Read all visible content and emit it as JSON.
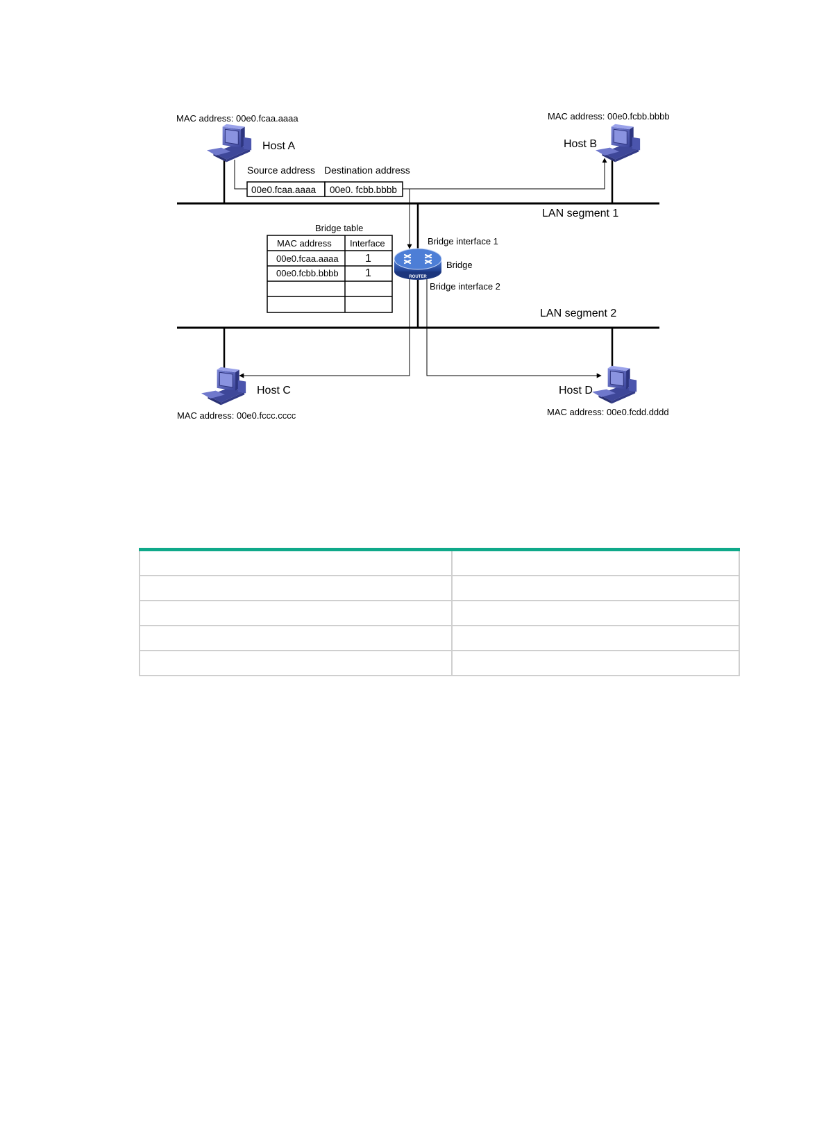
{
  "diagram": {
    "host_a": {
      "name": "Host A",
      "mac_label": "MAC address: 00e0.fcaa.aaaa"
    },
    "host_b": {
      "name": "Host B",
      "mac_label": "MAC address: 00e0.fcbb.bbbb"
    },
    "host_c": {
      "name": "Host C",
      "mac_label": "MAC address: 00e0.fccc.cccc"
    },
    "host_d": {
      "name": "Host D",
      "mac_label": "MAC address: 00e0.fcdd.dddd"
    },
    "frame": {
      "source_header": "Source address",
      "dest_header": "Destination address",
      "source_value": "00e0.fcaa.aaaa",
      "dest_value": "00e0. fcbb.bbbb"
    },
    "lan_segment_1": "LAN segment 1",
    "lan_segment_2": "LAN segment 2",
    "bridge": {
      "label": "Bridge",
      "router_text": "ROUTER",
      "interface_1": "Bridge interface 1",
      "interface_2": "Bridge interface 2"
    },
    "bridge_table": {
      "title": "Bridge table",
      "headers": [
        "MAC address",
        "Interface"
      ],
      "rows": [
        [
          "00e0.fcaa.aaaa",
          "1"
        ],
        [
          "00e0.fcbb.bbbb",
          "1"
        ],
        [
          "",
          ""
        ],
        [
          "",
          ""
        ]
      ]
    },
    "colors": {
      "host_blue": "#5560b8",
      "router_blue": "#2f59b0",
      "table_accent": "#0fa98a"
    }
  },
  "empty_table": {
    "rows": [
      [
        "",
        ""
      ],
      [
        "",
        ""
      ],
      [
        "",
        ""
      ],
      [
        "",
        ""
      ],
      [
        "",
        ""
      ]
    ]
  }
}
